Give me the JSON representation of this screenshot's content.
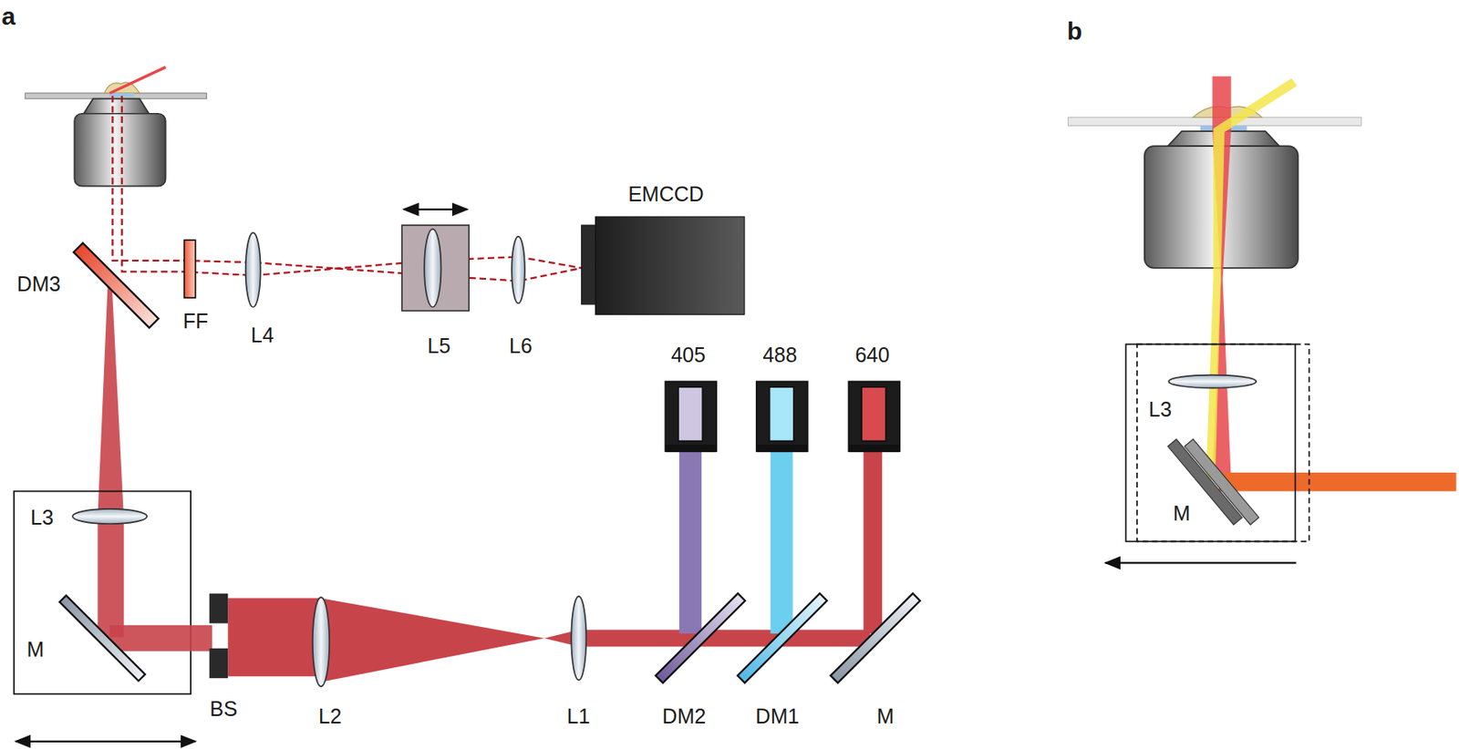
{
  "diagram": {
    "labels": [
      "a",
      "b",
      "EMCCD",
      "DM3",
      "FF",
      "L4",
      "L5",
      "L6",
      "405",
      "488",
      "640",
      "L3",
      "M",
      "BS",
      "L2",
      "L1",
      "DM2",
      "DM1",
      "M",
      "L3",
      "M"
    ]
  }
}
